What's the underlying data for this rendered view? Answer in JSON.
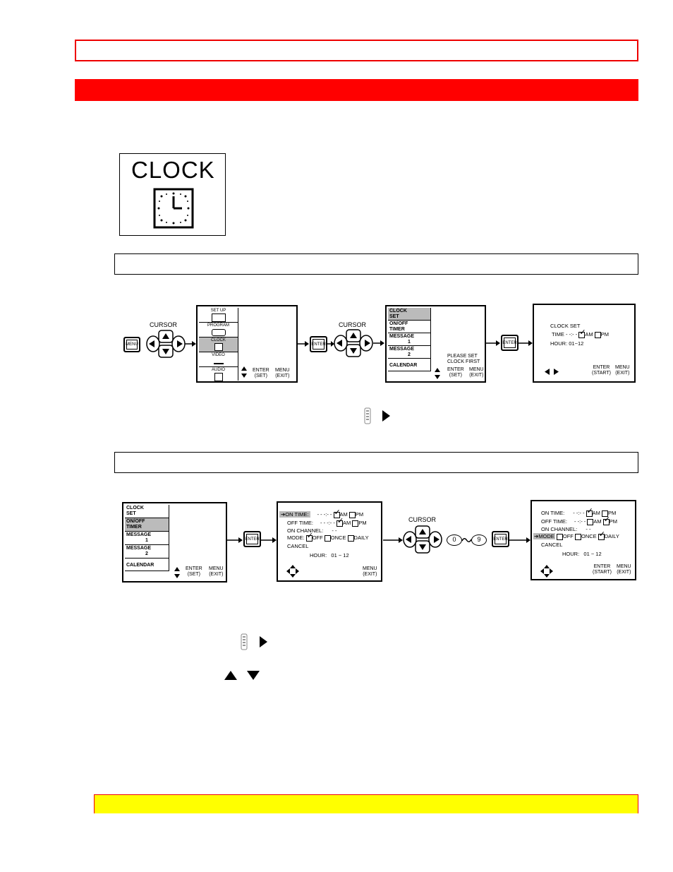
{
  "clock_logo": {
    "title": "CLOCK",
    "icon": "clock-icon"
  },
  "remote": {
    "menu": "MENU",
    "enter": "ENTER",
    "cursor": "CURSOR",
    "nums": [
      "0",
      "9"
    ]
  },
  "screen1": {
    "items": [
      "SET UP",
      "PROGRAM",
      "CLOCK",
      "VIDEO",
      "AUDIO"
    ],
    "enter": "ENTER",
    "enter_sub": "(SET)",
    "menu": "MENU",
    "menu_sub": "(EXIT)"
  },
  "screen2": {
    "items": [
      "CLOCK",
      "SET",
      "ON/OFF",
      "TIMER",
      "MESSAGE",
      "1",
      "MESSAGE",
      "2",
      "CALENDAR"
    ],
    "note1": "PLEASE SET",
    "note2": "CLOCK FIRST",
    "enter": "ENTER",
    "enter_sub": "(SET)",
    "menu": "MENU",
    "menu_sub": "(EXIT)"
  },
  "screen3": {
    "title": "CLOCK SET",
    "time": "TIME - -:- -",
    "am": "AM",
    "pm": "PM",
    "hour": "HOUR: 01~12",
    "enter": "ENTER",
    "enter_sub": "(START)",
    "menu": "MENU",
    "menu_sub": "(EXIT)"
  },
  "screen4": {
    "items": [
      "CLOCK",
      "SET",
      "ON/OFF",
      "TIMER",
      "MESSAGE",
      "1",
      "MESSAGE",
      "2",
      "CALENDAR"
    ],
    "enter": "ENTER",
    "enter_sub": "(SET)",
    "menu": "MENU",
    "menu_sub": "(EXIT)"
  },
  "screen5": {
    "on_time": "ON TIME:",
    "off_time": "OFF TIME:",
    "dashes": "- - -:- -",
    "am": "AM",
    "pm": "PM",
    "on_channel": "ON CHANNEL:",
    "ch_dashes": "- -",
    "mode": "MODE:",
    "off": "OFF",
    "once": "ONCE",
    "daily": "DAILY",
    "cancel": "CANCEL",
    "hour": "HOUR:   01 ~ 12",
    "menu": "MENU",
    "menu_sub": "(EXIT)"
  },
  "screen6": {
    "on_time": "ON TIME:",
    "off_time": "OFF TIME:",
    "dashes": "- -:- -",
    "am": "AM",
    "pm": "PM",
    "on_channel": "ON CHANNEL:",
    "ch_dashes": "- -",
    "mode": "MODE",
    "off": "OFF",
    "once": "ONCE",
    "daily": "DAILY",
    "cancel": "CANCEL",
    "hour": "HOUR:   01 ~ 12",
    "enter": "ENTER",
    "enter_sub": "(START)",
    "menu": "MENU",
    "menu_sub": "(EXIT)"
  },
  "colors": {
    "header_outline": "#ee0000",
    "header_bar": "#ff0000",
    "footer_bar": "#ffff00"
  }
}
